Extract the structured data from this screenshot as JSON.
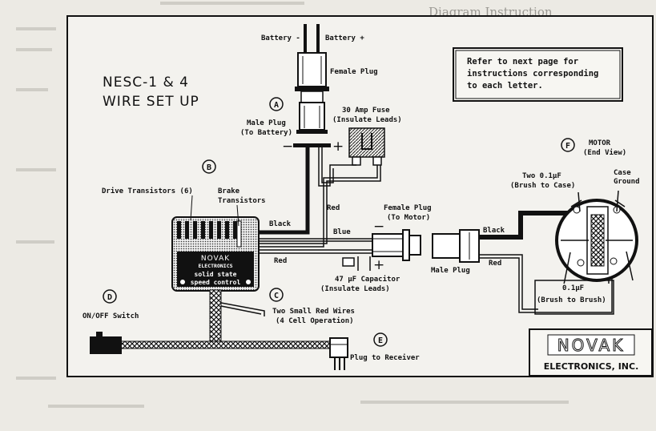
{
  "header": {
    "title_faded": "Diagram Instruction"
  },
  "title": {
    "line1": "NESC-1 & 4",
    "line2": "WIRE SET UP"
  },
  "note": {
    "line1": "Refer to next page for",
    "line2": "instructions corresponding",
    "line3": "to each letter."
  },
  "markers": {
    "a": "A",
    "b": "B",
    "c": "C",
    "d": "D",
    "e": "E",
    "f": "F"
  },
  "labels": {
    "battery_neg": "Battery -",
    "battery_pos": "Battery +",
    "female_plug": "Female Plug",
    "male_plug_batt_1": "Male Plug",
    "male_plug_batt_2": "(To Battery)",
    "fuse_1": "30 Amp Fuse",
    "fuse_2": "(Insulate Leads)",
    "minus": "−",
    "plus": "+",
    "drive_transistors": "Drive Transistors (6)",
    "brake_1": "Brake",
    "brake_2": "Transistors",
    "black_1": "Black",
    "red_1": "Red",
    "blue": "Blue",
    "red_2": "Red",
    "female_plug_motor_1": "Female Plug",
    "female_plug_motor_2": "(To Motor)",
    "motor_minus": "−",
    "motor_plus": "+",
    "capacitor_1": "47 µF Capacitor",
    "capacitor_2": "(Insulate Leads)",
    "male_plug_motor": "Male Plug",
    "black_2": "Black",
    "red_3": "Red",
    "motor_1": "MOTOR",
    "motor_2": "(End View)",
    "cap_two_1": "Two 0.1µF",
    "cap_two_2": "(Brush to Case)",
    "case_ground_1": "Case",
    "case_ground_2": "Ground",
    "cap_one_1": "0.1µF",
    "cap_one_2": "(Brush to Brush)",
    "onoff": "ON/OFF Switch",
    "small_red_1": "Two Small Red Wires",
    "small_red_2": "(4 Cell Operation)",
    "receiver": "Plug to Receiver"
  },
  "speed_control": {
    "brand": "NOVAK",
    "line2": "ELECTRONICS",
    "line3": "solid state",
    "line4": "speed control"
  },
  "logo": {
    "brand": "NOVAK",
    "sub": "ELECTRONICS, INC."
  },
  "colors": {
    "paper": "#eceae4",
    "ink": "#111111",
    "faded": "#9a9892"
  }
}
